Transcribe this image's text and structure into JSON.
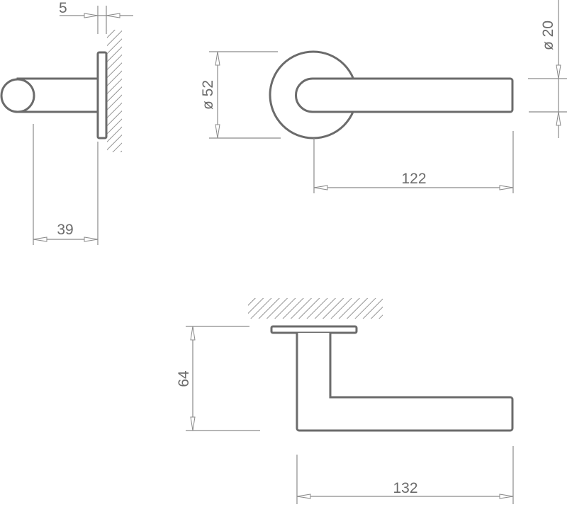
{
  "dimensions": {
    "plate_thickness": "5",
    "projection": "39",
    "rosette_diameter": "ø 52",
    "lever_diameter": "ø 20",
    "lever_length_front": "122",
    "lever_height": "64",
    "lever_length_top": "132"
  },
  "colors": {
    "outline": "#6b6b6b",
    "dimension": "#8a8a8a"
  }
}
